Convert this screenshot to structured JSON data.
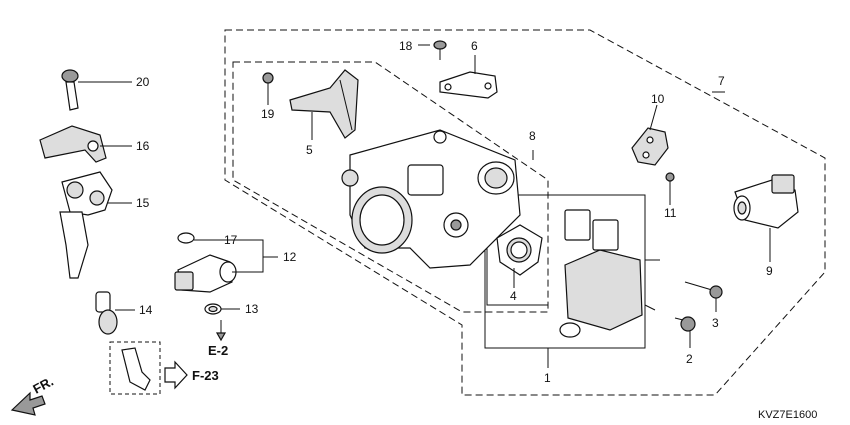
{
  "callouts": {
    "c1": "1",
    "c2": "2",
    "c3": "3",
    "c4": "4",
    "c5": "5",
    "c6": "6",
    "c7": "7",
    "c8": "8",
    "c9": "9",
    "c10": "10",
    "c11": "11",
    "c12": "12",
    "c13": "13",
    "c14": "14",
    "c15": "15",
    "c16": "16",
    "c17": "17",
    "c18": "18",
    "c19": "19",
    "c20": "20"
  },
  "refs": {
    "e2": "E-2",
    "f23": "F-23",
    "front": "FR."
  },
  "diagram_code": "KVZ7E1600"
}
